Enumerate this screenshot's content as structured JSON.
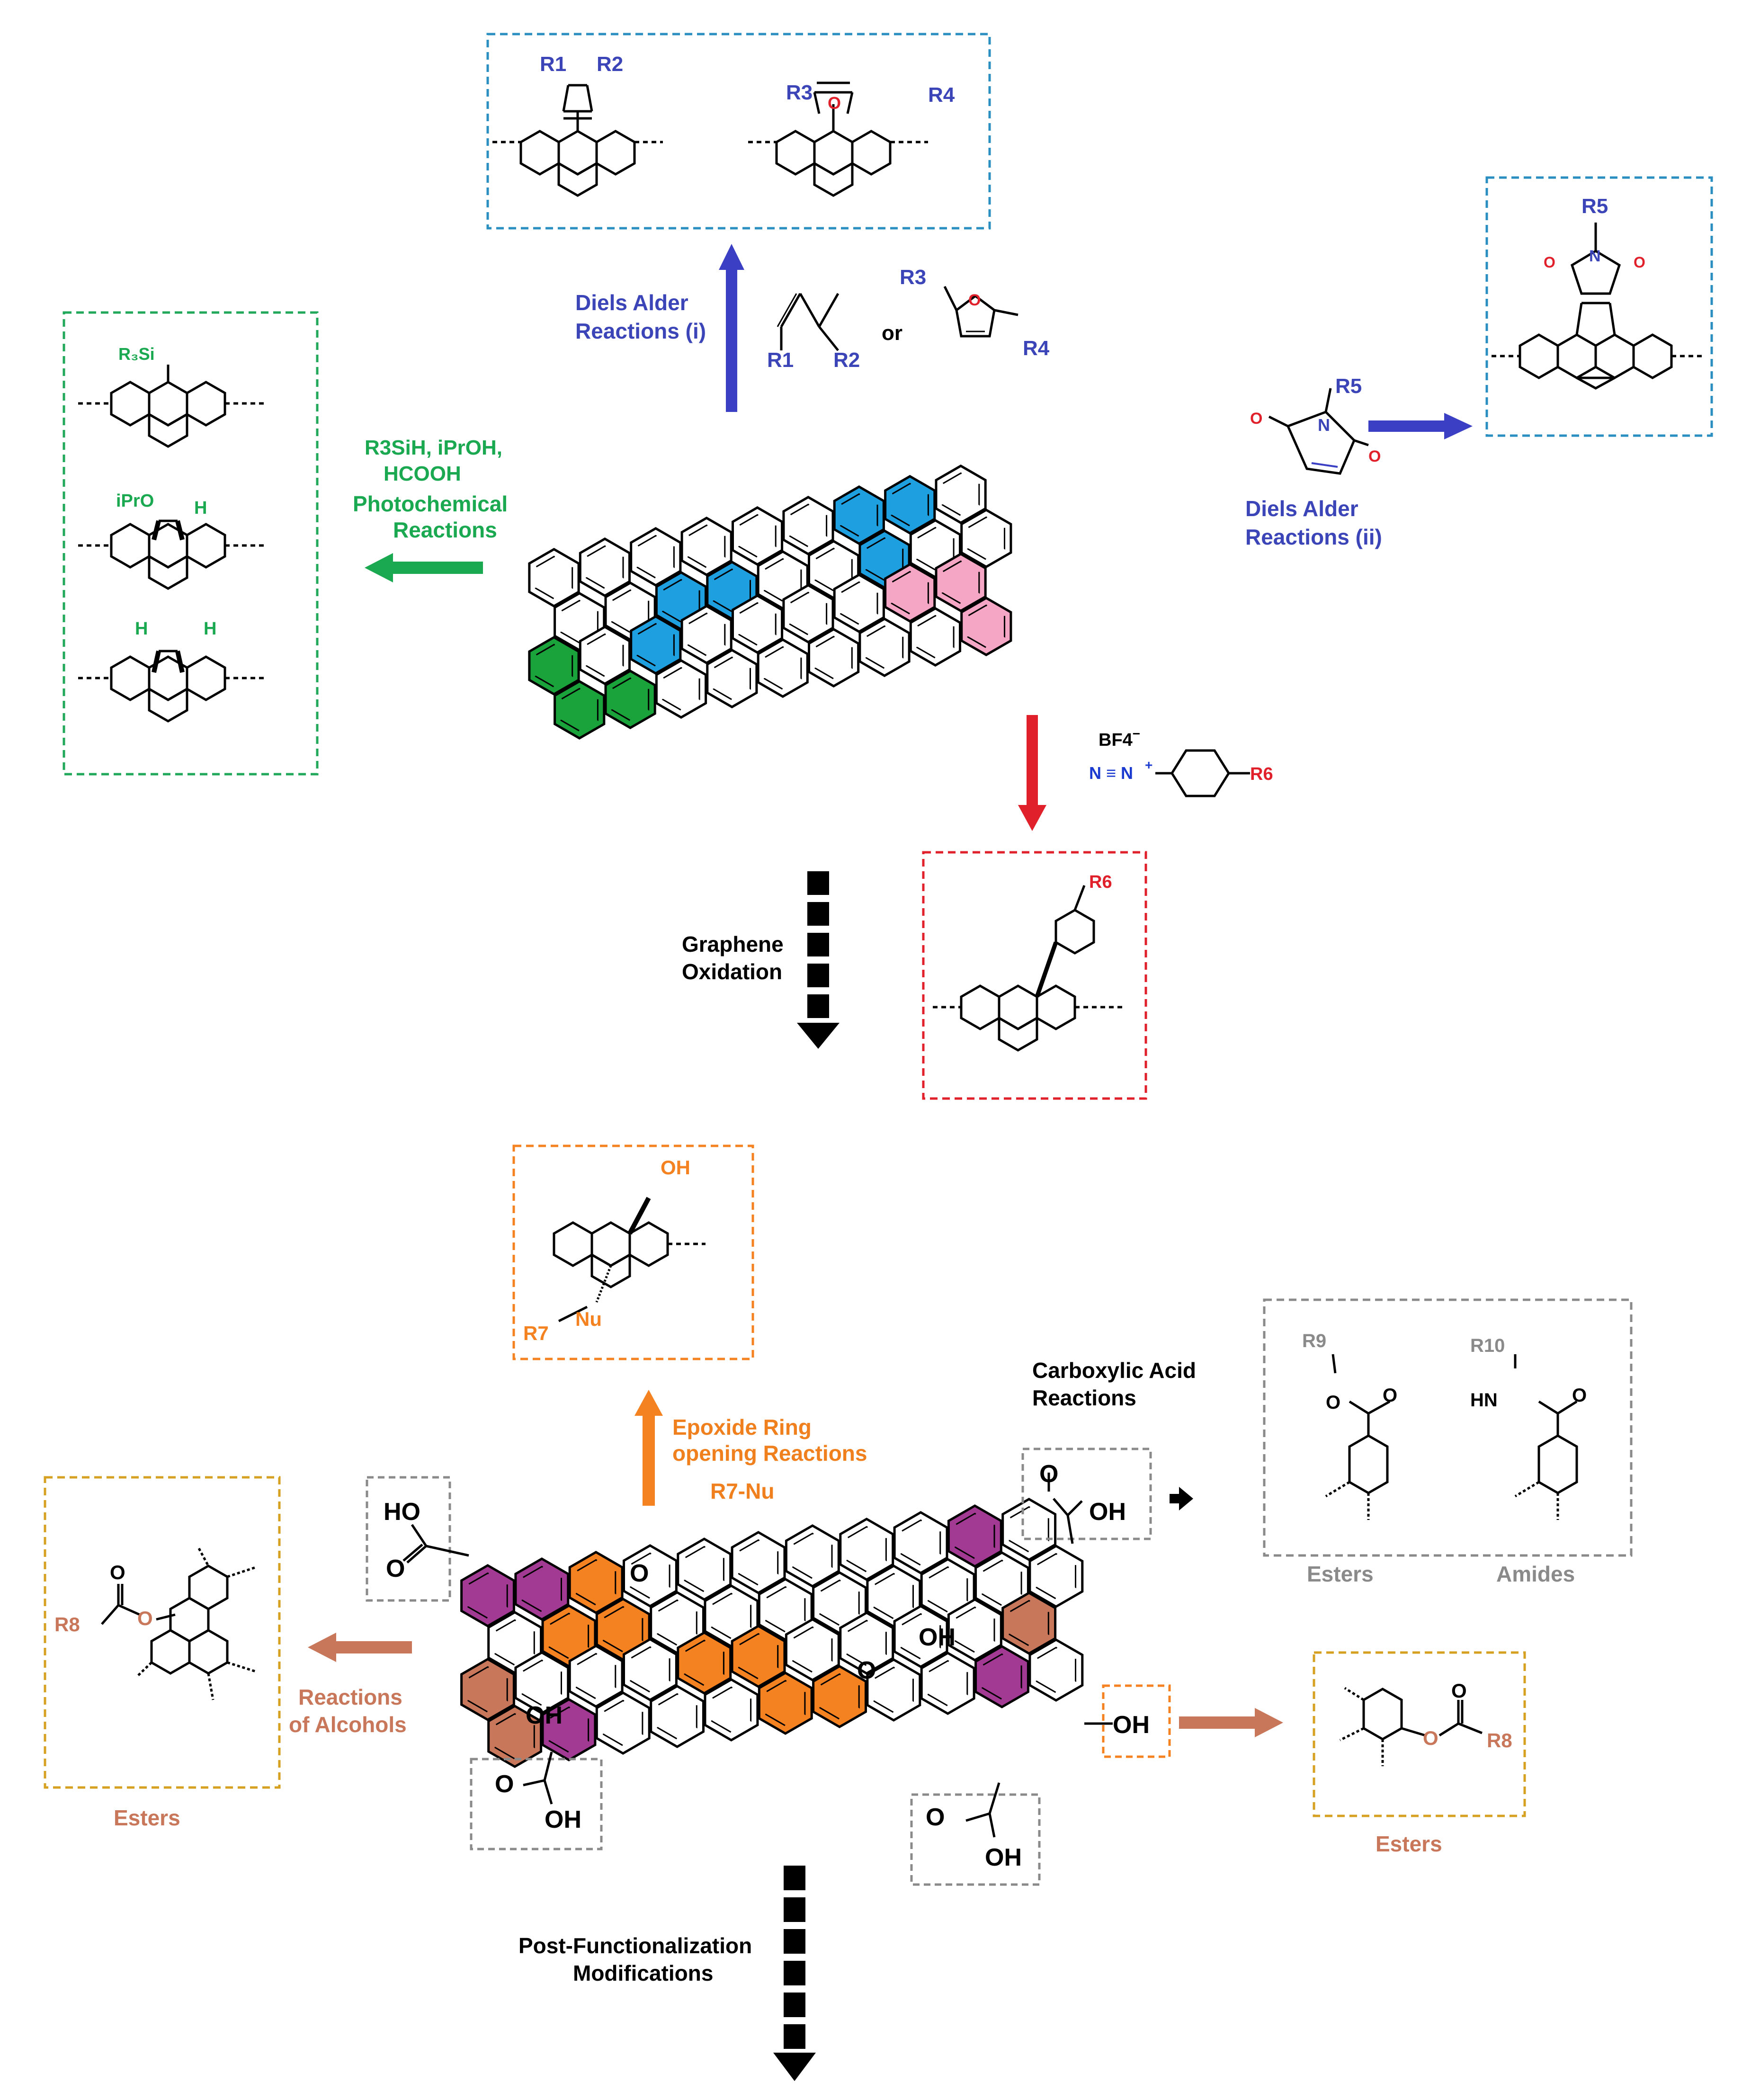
{
  "colors": {
    "blue": "#3a3fc4",
    "blue_label": "#3b45b8",
    "green": "#1aa850",
    "green_box": "#22a85a",
    "red": "#e0202a",
    "orange": "#f58220",
    "orange_label": "#f0801e",
    "brown": "#c8775a",
    "magenta": "#a23a94",
    "cyan_fill": "#1e9fe0",
    "pink_fill": "#f4a6c4",
    "green_fill": "#1aa33a",
    "gray": "#8a8a8a",
    "gold": "#d6a020",
    "black": "#000000"
  },
  "top": {
    "diels_alder_i": [
      "Diels Alder",
      "Reactions (i)"
    ],
    "diene_r1": "R1",
    "diene_r2": "R2",
    "or": "or",
    "furan_r3": "R3",
    "furan_r4": "R4",
    "furan_o": "O",
    "box_r1": "R1",
    "box_r2": "R2",
    "box_r3": "R3",
    "box_r4": "R4",
    "box_o": "O"
  },
  "right_top": {
    "maleimide_r5": "R5",
    "maleimide_n": "N",
    "o1": "O",
    "o2": "O",
    "diels_alder_ii": [
      "Diels Alder",
      "Reactions (ii)"
    ],
    "box_r5": "R5",
    "box_n": "N",
    "box_o1": "O",
    "box_o2": "O"
  },
  "left_top": {
    "reagents": [
      "R3SiH, iPrOH,",
      "HCOOH"
    ],
    "photo": [
      "Photochemical",
      "Reactions"
    ],
    "r3si": "R₃Si",
    "ipro": "iPrO",
    "h1": "H",
    "h2": "H",
    "h3": "H"
  },
  "diazonium": {
    "bf4": "BF4",
    "bf4_sup": "−",
    "n_triple": "N ≡ N",
    "plus": "+",
    "r6": "R6",
    "box_r6": "R6"
  },
  "middle": {
    "graphene_oxidation": [
      "Graphene",
      "Oxidation"
    ],
    "epoxide": [
      "Epoxide  Ring",
      "opening Reactions"
    ],
    "r7nu": "R7-Nu",
    "box_oh": "OH",
    "box_r7": "R7",
    "box_nu": "Nu"
  },
  "carboxylic": {
    "label": [
      "Carboxylic Acid",
      "Reactions"
    ],
    "r9": "R9",
    "r10": "R10",
    "o_ester": "O",
    "o_carbonyl1": "O",
    "hn": "HN",
    "o_carbonyl2": "O",
    "esters": "Esters",
    "amides": "Amides"
  },
  "go": {
    "ho_tl": "HO",
    "o_tl": "O",
    "oh_tr": "OH",
    "o_tr": "O",
    "oh_bl": "OH",
    "o_bl": "O",
    "oh_br": "OH",
    "o_br": "O",
    "oh_mid": "OH",
    "oh_left": "OH",
    "oh_right": "OH",
    "epox1": "O",
    "epox2": "O"
  },
  "alcohols": {
    "label": [
      "Reactions",
      "of Alcohols"
    ],
    "r8_left": "R8",
    "o_left1": "O",
    "o_left2": "O",
    "esters_left": "Esters",
    "r8_right": "R8",
    "o_right1": "O",
    "o_right2": "O",
    "esters_right": "Esters"
  },
  "bottom": {
    "post": [
      "Post-Functionalization",
      "Modifications"
    ]
  }
}
